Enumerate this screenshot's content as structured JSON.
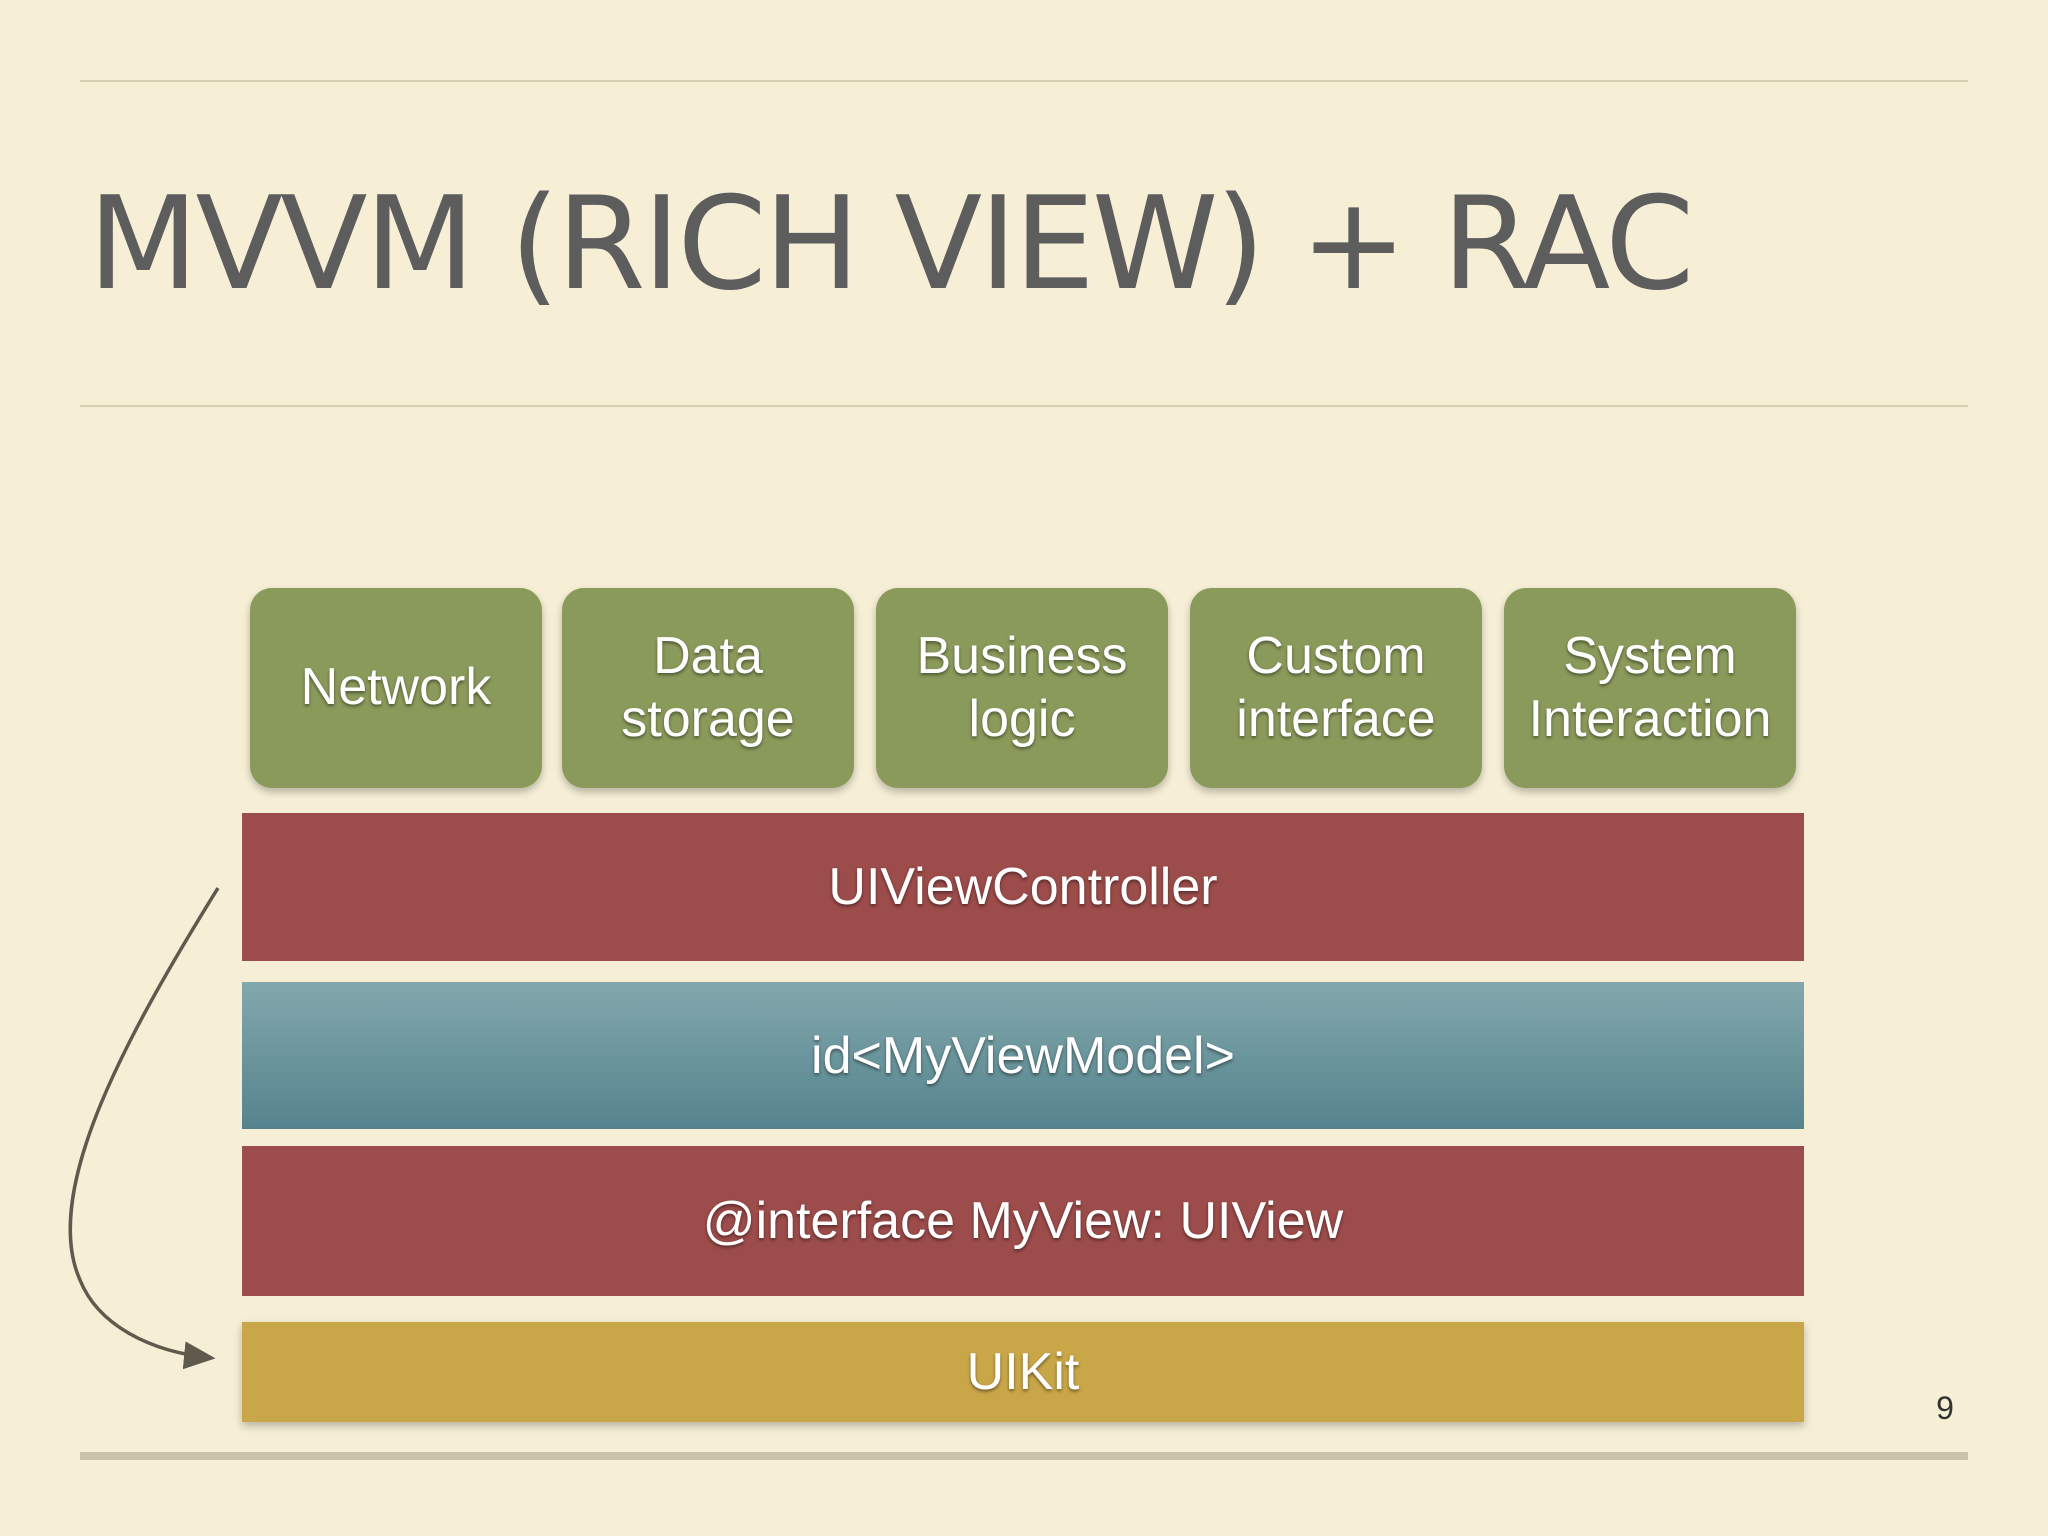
{
  "slide": {
    "title": "MVVM (RICH VIEW) + RAC",
    "page_number": "9"
  },
  "services": [
    {
      "label": "Network"
    },
    {
      "label": "Data\nstorage"
    },
    {
      "label": "Business\nlogic"
    },
    {
      "label": "Custom\ninterface"
    },
    {
      "label": "System\nInteraction"
    }
  ],
  "layers": {
    "controller": "UIViewController",
    "viewmodel": "id<MyViewModel>",
    "view": "@interface MyView: UIView",
    "uikit": "UIKit"
  },
  "colors": {
    "background": "#f6efd6",
    "service_green": "#8a9a5b",
    "layer_red": "#9c4c4a",
    "layer_teal": "#5f8b94",
    "layer_gold": "#c9a648",
    "title_gray": "#5d5d5d"
  }
}
